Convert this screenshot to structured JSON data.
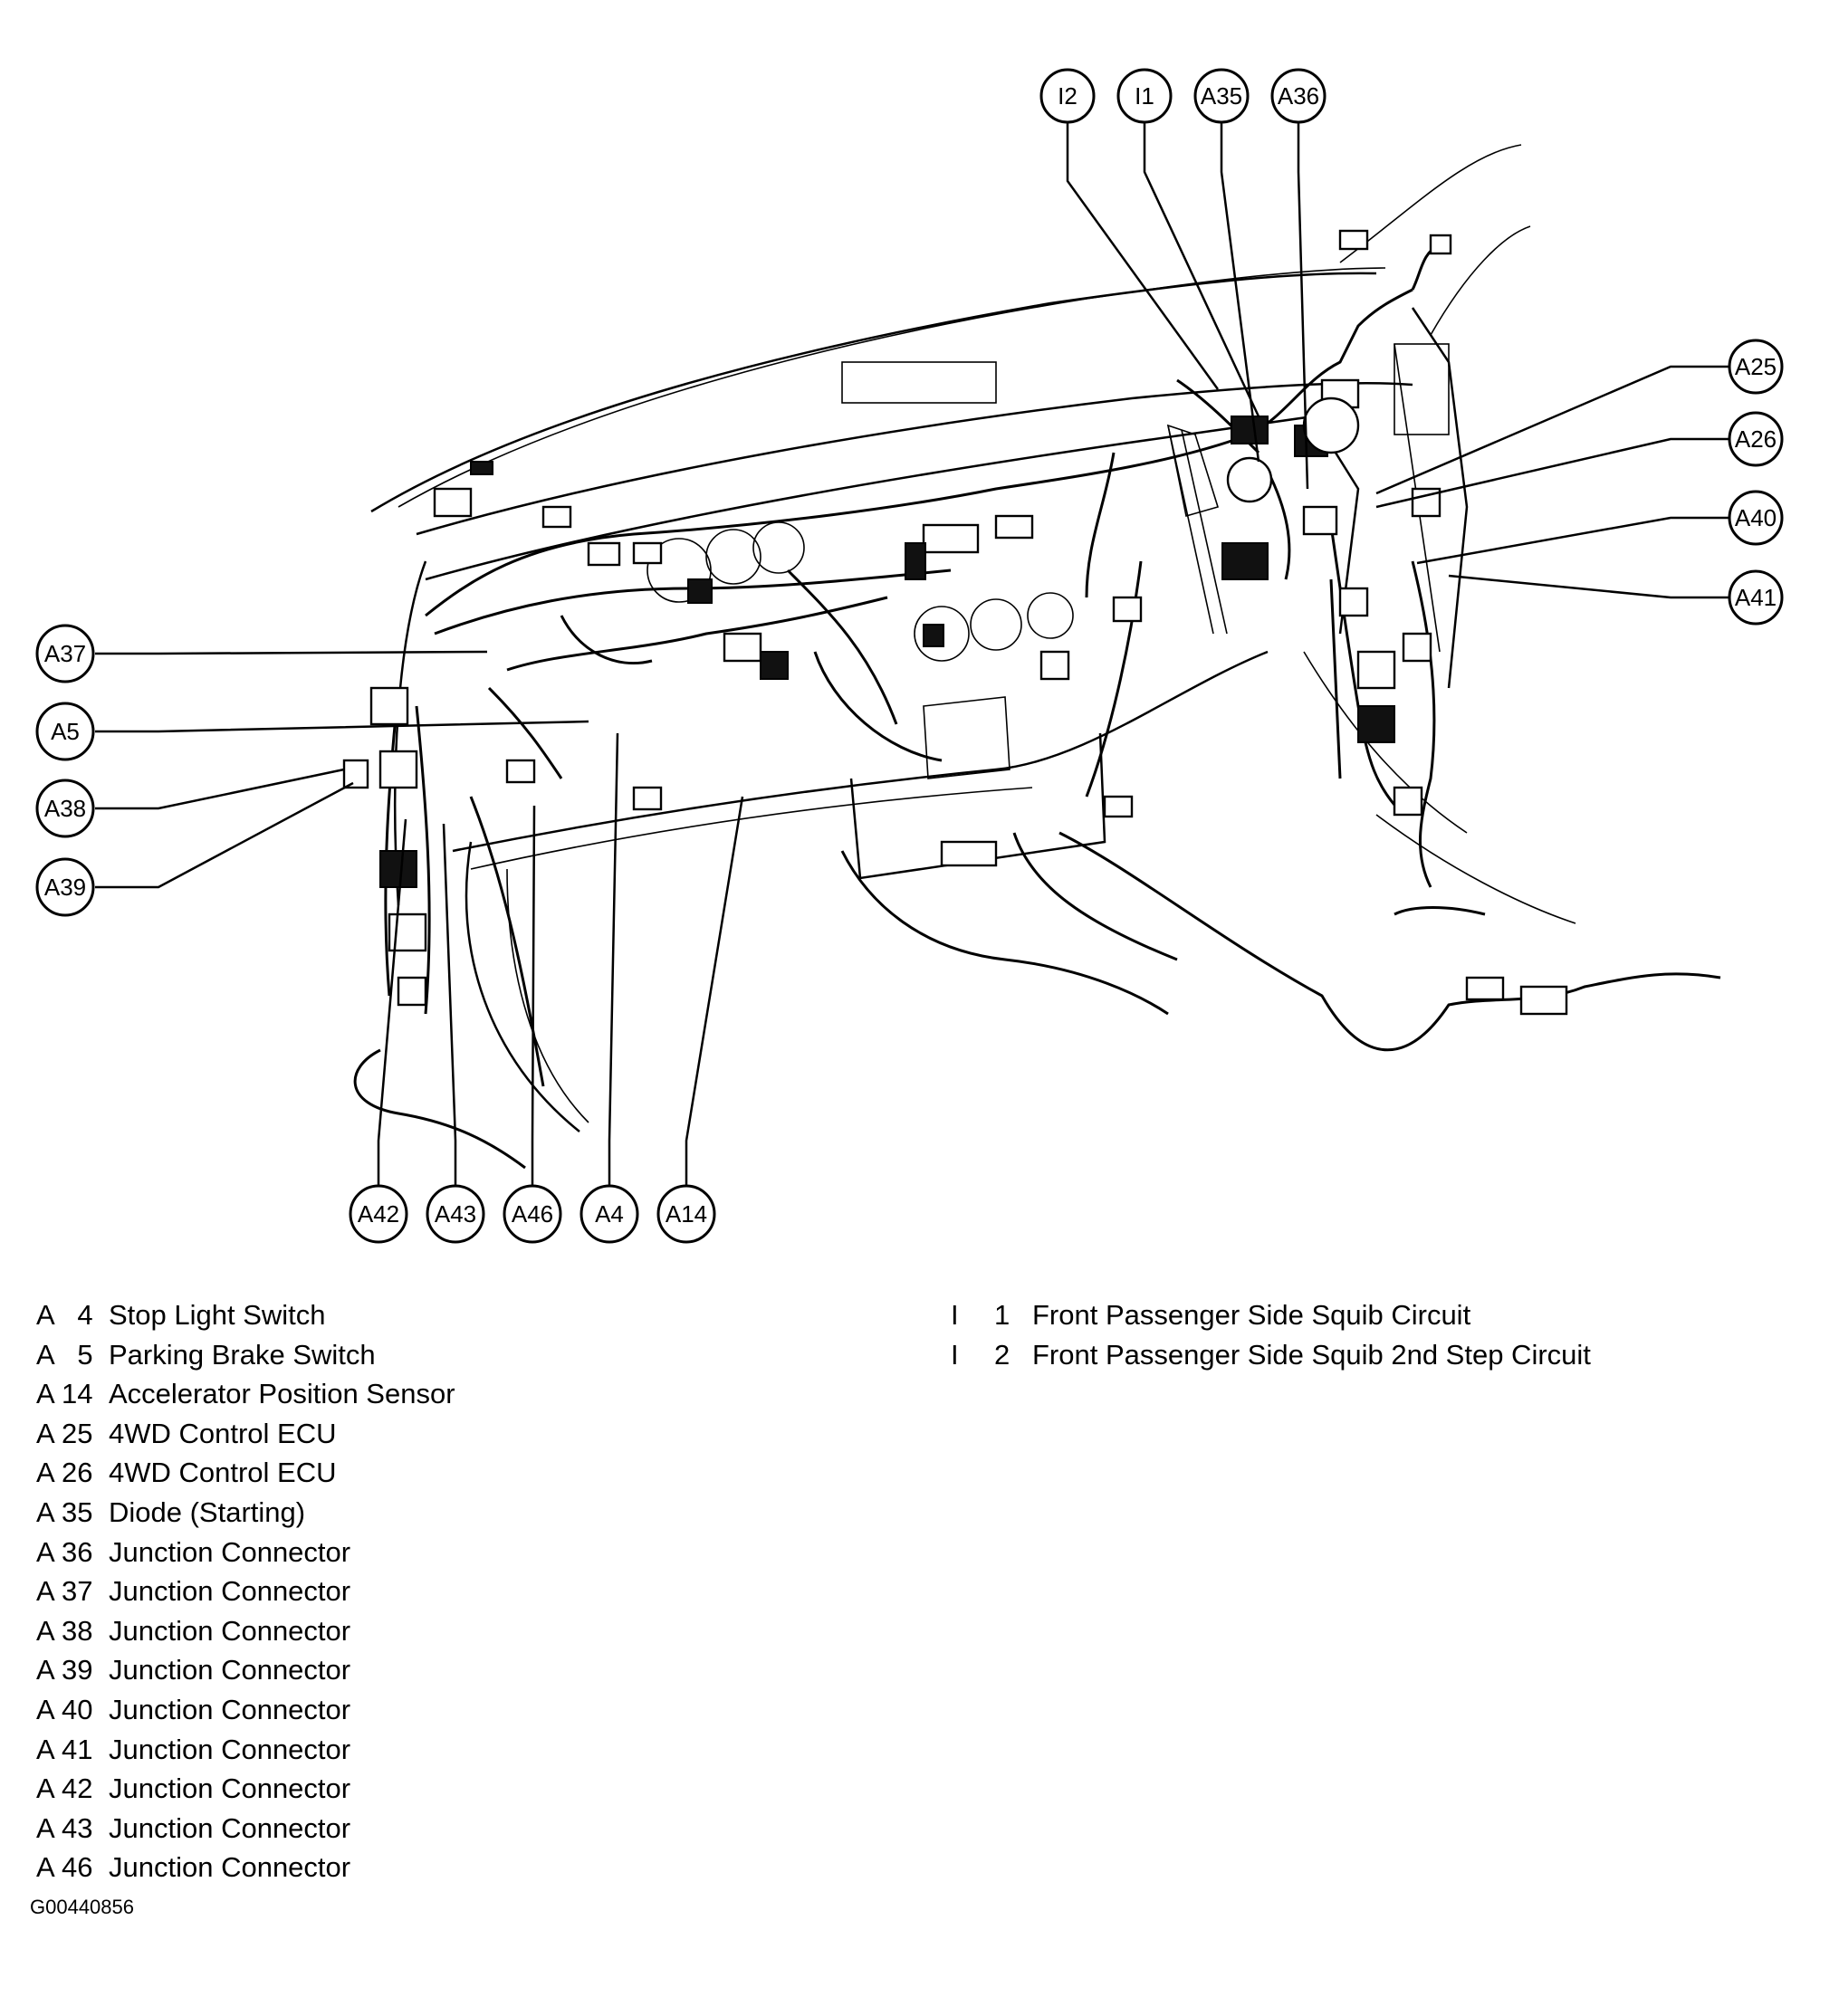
{
  "callouts": {
    "I2": "I2",
    "I1": "I1",
    "A35": "A35",
    "A36": "A36",
    "A25": "A25",
    "A26": "A26",
    "A40": "A40",
    "A41": "A41",
    "A37": "A37",
    "A5": "A5",
    "A38": "A38",
    "A39": "A39",
    "A42": "A42",
    "A43": "A43",
    "A46": "A46",
    "A4": "A4",
    "A14": "A14"
  },
  "legend_left": [
    {
      "a": "A",
      "n": "4",
      "name": "Stop Light Switch"
    },
    {
      "a": "A",
      "n": "5",
      "name": "Parking Brake Switch"
    },
    {
      "a": "A",
      "n": "14",
      "name": "Accelerator Position Sensor"
    },
    {
      "a": "A",
      "n": "25",
      "name": "4WD Control ECU"
    },
    {
      "a": "A",
      "n": "26",
      "name": "4WD Control ECU"
    },
    {
      "a": "A",
      "n": "35",
      "name": "Diode (Starting)"
    },
    {
      "a": "A",
      "n": "36",
      "name": "Junction Connector"
    },
    {
      "a": "A",
      "n": "37",
      "name": "Junction Connector"
    },
    {
      "a": "A",
      "n": "38",
      "name": "Junction Connector"
    },
    {
      "a": "A",
      "n": "39",
      "name": "Junction Connector"
    },
    {
      "a": "A",
      "n": "40",
      "name": "Junction Connector"
    },
    {
      "a": "A",
      "n": "41",
      "name": "Junction Connector"
    },
    {
      "a": "A",
      "n": "42",
      "name": "Junction Connector"
    },
    {
      "a": "A",
      "n": "43",
      "name": "Junction Connector"
    },
    {
      "a": "A",
      "n": "46",
      "name": "Junction Connector"
    }
  ],
  "legend_right": [
    {
      "a": "I",
      "n": "1",
      "name": "Front Passenger Side Squib Circuit"
    },
    {
      "a": "I",
      "n": "2",
      "name": "Front Passenger Side Squib 2nd Step Circuit"
    }
  ],
  "figure_id": "G00440856"
}
